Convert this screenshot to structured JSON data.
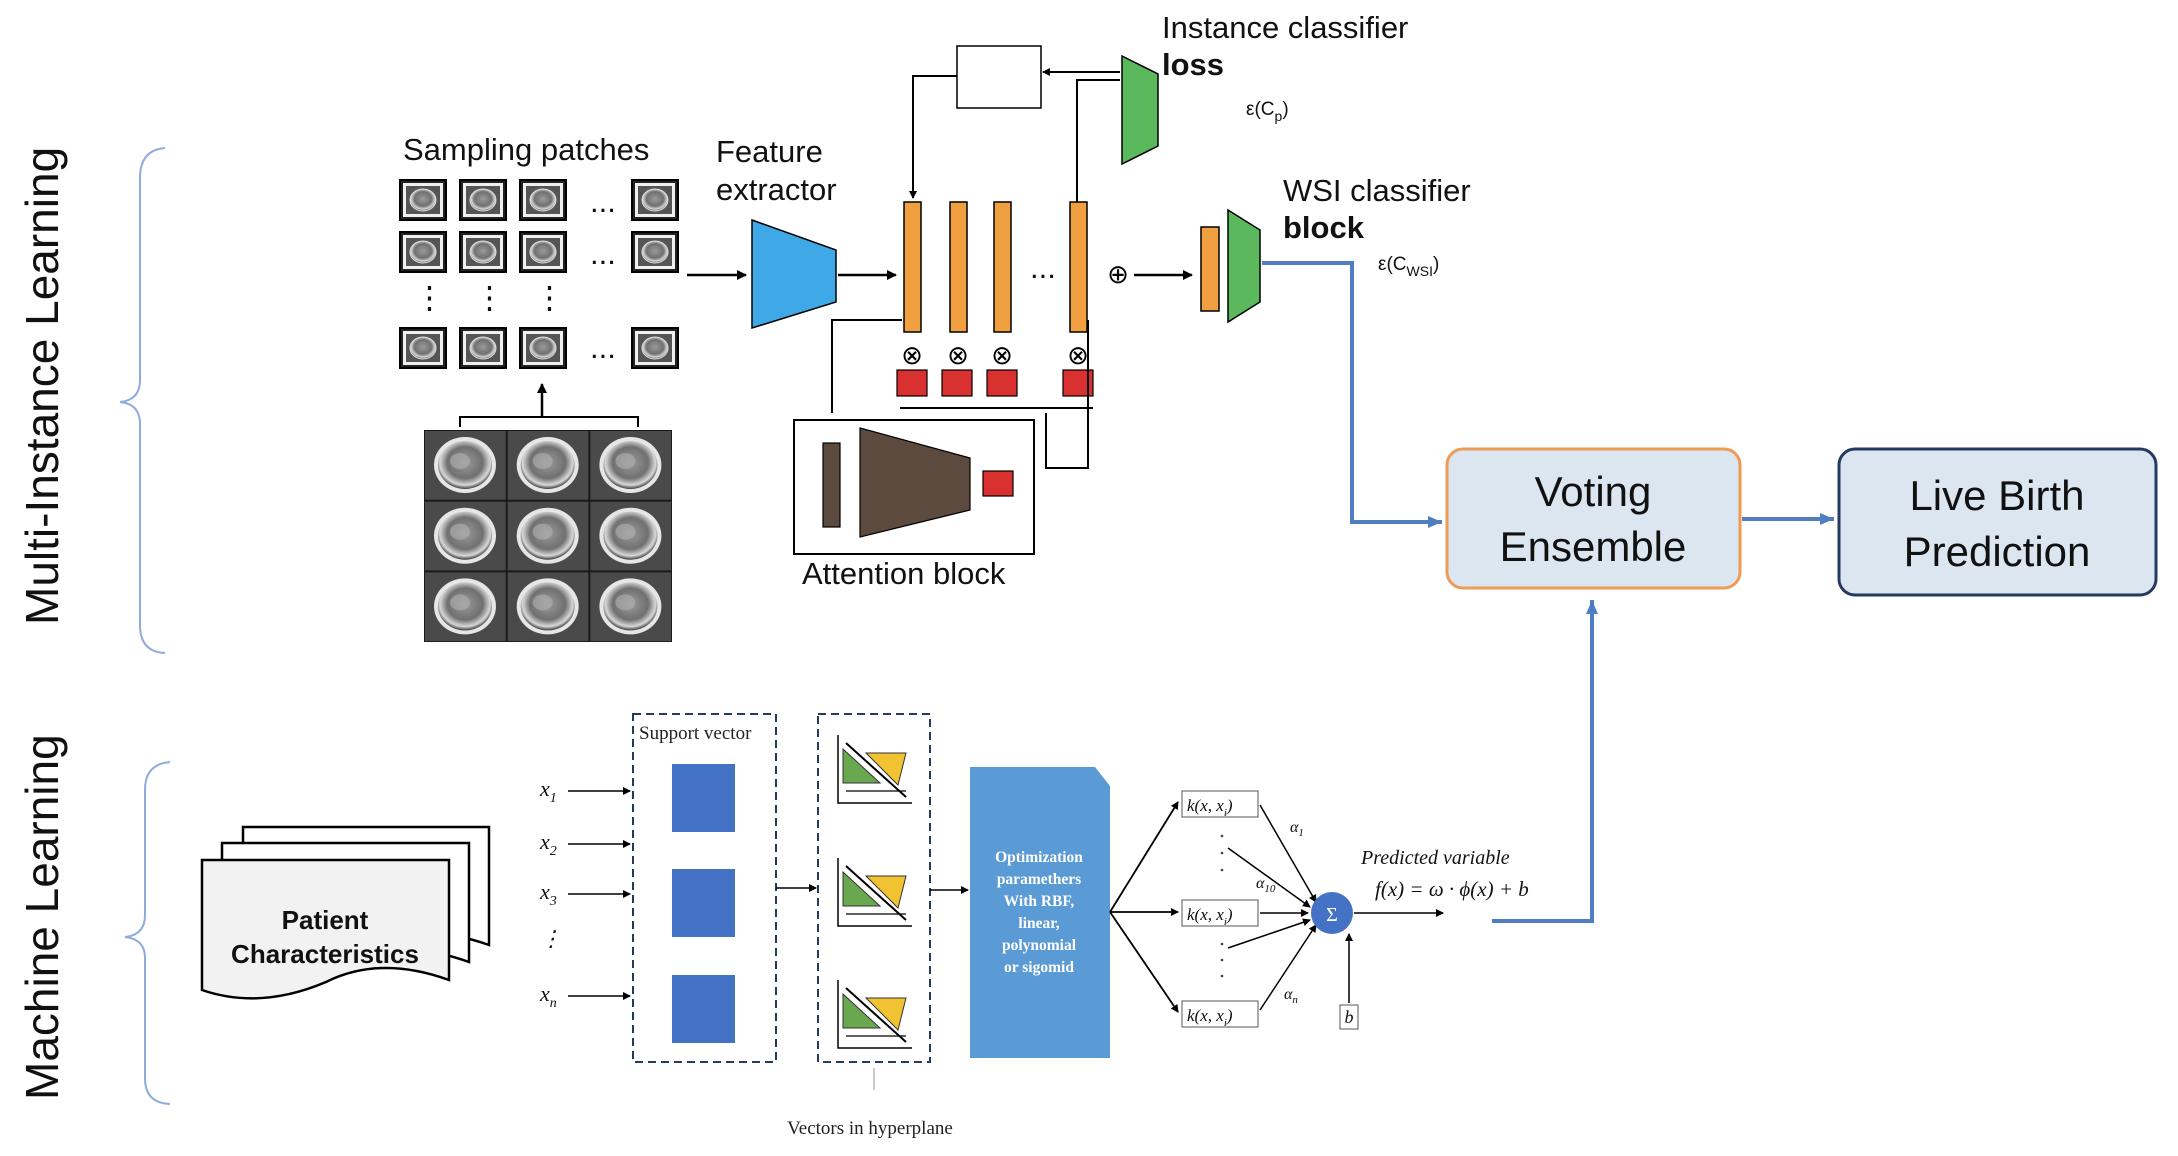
{
  "sections": {
    "mil": "Multi-Instance Learning",
    "ml": "Machine Learning"
  },
  "mil": {
    "sampling_patches": "Sampling patches",
    "ellipsis": "...",
    "vdots": "⋮",
    "feature_extractor_1": "Feature",
    "feature_extractor_2": "extractor",
    "instance_classifier_1": "Instance classifier",
    "instance_classifier_2": "loss",
    "instance_eps": "ε(C",
    "instance_eps_sub": "p",
    "wsi_classifier_1": "WSI classifier",
    "wsi_classifier_2": "block",
    "wsi_eps": "ε(C",
    "wsi_eps_sub": "WSI",
    "otimes": "⊗",
    "oplus": "⊕",
    "attention_block": "Attention block"
  },
  "ensemble": {
    "voting_1": "Voting",
    "voting_2": "Ensemble",
    "prediction_1": "Live Birth",
    "prediction_2": "Prediction"
  },
  "ml": {
    "patient_1": "Patient",
    "patient_2": "Characteristics",
    "inputs": [
      {
        "base": "x",
        "sub": "1"
      },
      {
        "base": "x",
        "sub": "2"
      },
      {
        "base": "x",
        "sub": "3"
      },
      {
        "base": "⋮",
        "sub": ""
      },
      {
        "base": "x",
        "sub": "n"
      }
    ],
    "support_vector": "Support vector",
    "vectors_in_hyperplane": "Vectors in hyperplane",
    "optimization": [
      "Optimization",
      "paramethers",
      "With RBF,",
      "linear,",
      "polynomial",
      "or sigomid"
    ],
    "kernel": "k(x, x",
    "kernel_sub": "i",
    "alpha": "α",
    "alpha_subs": [
      "1",
      "10",
      "n"
    ],
    "sigma": "Σ",
    "bias": "b",
    "predicted_variable": "Predicted variable",
    "formula": "f(x) = ω · ϕ(x) + b"
  },
  "colors": {
    "orange_bar": "#F0A040",
    "green_trap": "#5CB85C",
    "blue_trap": "#3FA9E8",
    "red_square": "#D93030",
    "brown": "#5C4A3F",
    "arrow_blue": "#4F7FC0",
    "voting_border": "#ED9B55",
    "box_fill": "#DCE6F1",
    "prediction_border": "#243A5E",
    "sv_square": "#4472C4",
    "opt_fill": "#5B9BD5",
    "tri_green": "#6AA84F",
    "tri_yellow": "#F1C232"
  }
}
